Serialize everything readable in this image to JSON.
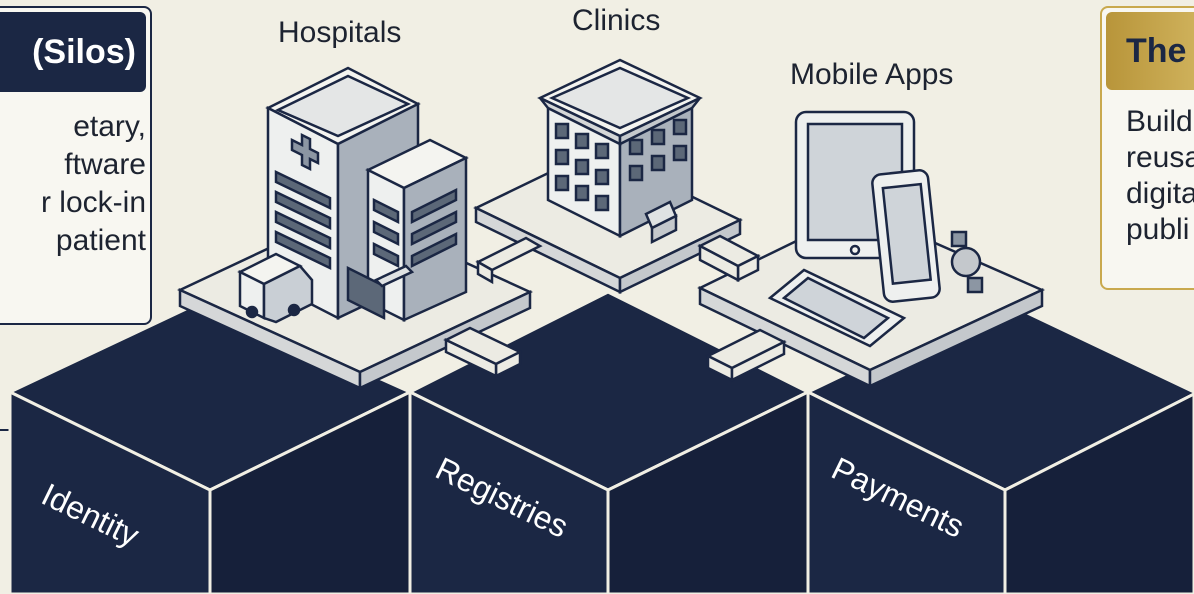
{
  "left_panel": {
    "header": "(Silos)",
    "body": "etary,\nftware\nr lock-in\npatient"
  },
  "right_panel": {
    "header": "The",
    "body": "Build\nreusa\ndigita\npubli"
  },
  "top_labels": {
    "hospitals": "Hospitals",
    "clinics": "Clinics",
    "mobile_apps": "Mobile Apps"
  },
  "blocks": {
    "identity": "Identity",
    "registries": "Registries",
    "payments": "Payments"
  },
  "colors": {
    "navy": "#1b2744",
    "gold": "#c9a94e",
    "background": "#f1efe4"
  }
}
